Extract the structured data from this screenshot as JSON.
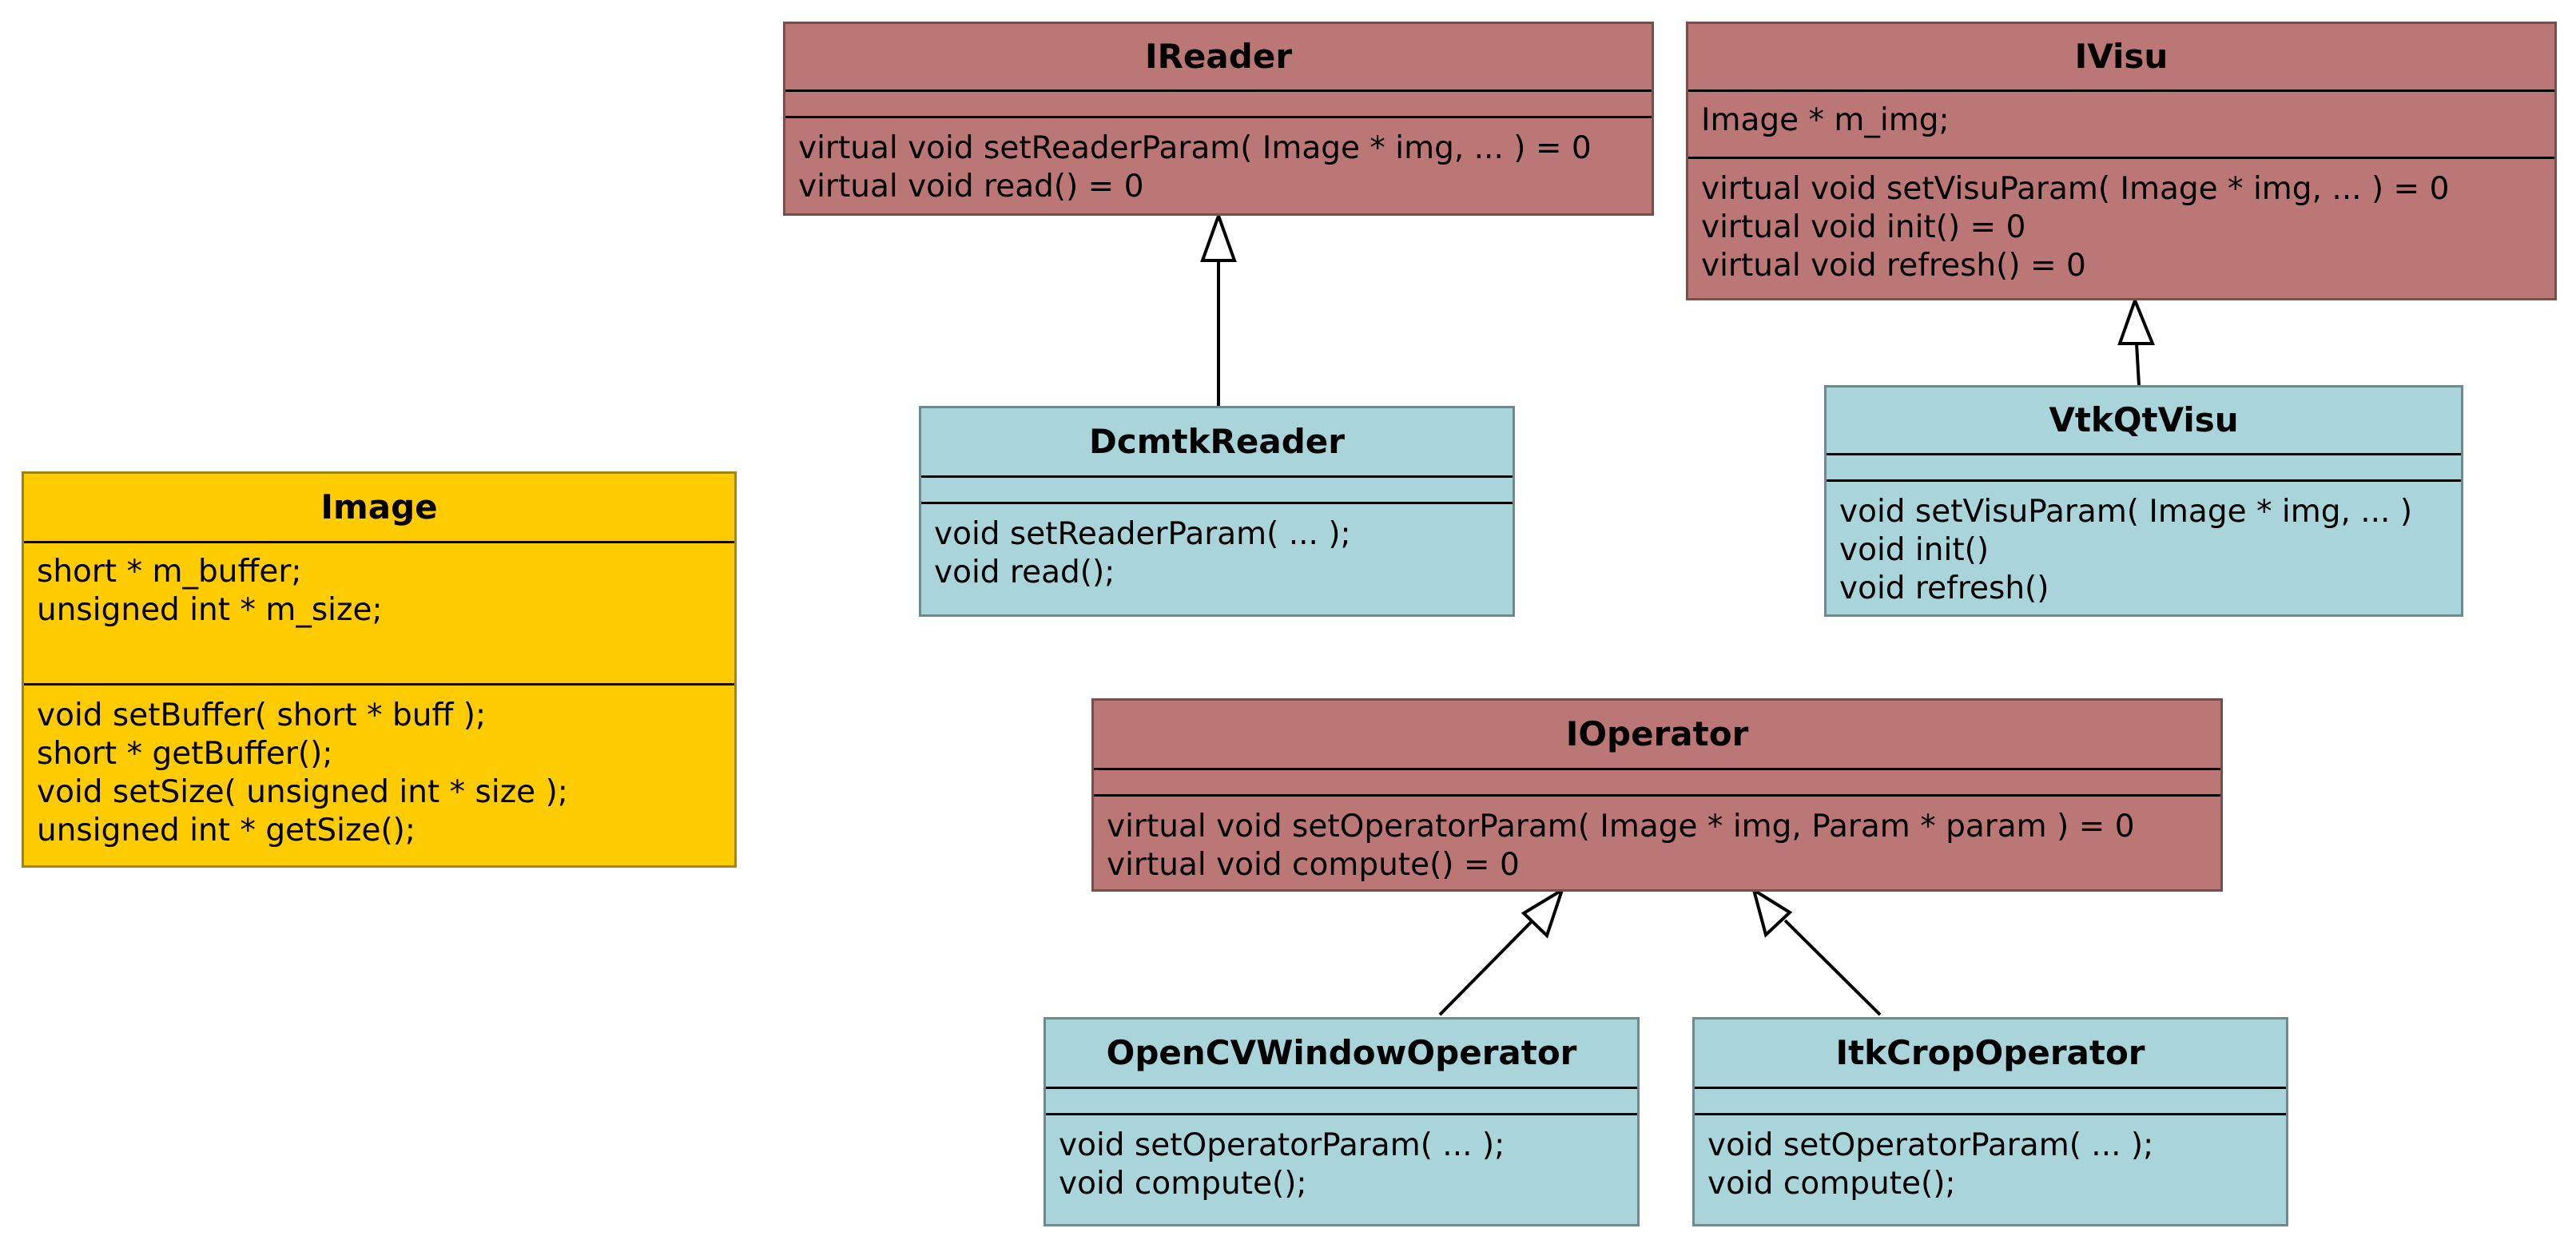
{
  "diagram": {
    "classes": {
      "ireader": {
        "name": "IReader",
        "attributes": [],
        "operations": [
          "virtual void setReaderParam( Image * img, ... ) = 0",
          "virtual void read() = 0"
        ]
      },
      "ivisu": {
        "name": "IVisu",
        "attributes": [
          "Image * m_img;"
        ],
        "operations": [
          "virtual void setVisuParam( Image * img, ... ) = 0",
          "virtual void init() = 0",
          "virtual void refresh() = 0"
        ]
      },
      "dcmtkreader": {
        "name": "DcmtkReader",
        "attributes": [],
        "operations": [
          "void setReaderParam( ... );",
          "void read();"
        ]
      },
      "vtkqtvisu": {
        "name": "VtkQtVisu",
        "attributes": [],
        "operations": [
          "void setVisuParam( Image * img, ... )",
          "void init()",
          "void refresh()"
        ]
      },
      "image": {
        "name": "Image",
        "attributes": [
          "short * m_buffer;",
          "unsigned int * m_size;"
        ],
        "operations": [
          "void setBuffer( short * buff );",
          "short * getBuffer();",
          "void setSize( unsigned int * size );",
          "unsigned int * getSize();"
        ]
      },
      "ioperator": {
        "name": "IOperator",
        "attributes": [],
        "operations": [
          "virtual void setOperatorParam( Image * img, Param * param ) = 0",
          "virtual void compute() = 0"
        ]
      },
      "opencvwindowoperator": {
        "name": "OpenCVWindowOperator",
        "attributes": [],
        "operations": [
          "void setOperatorParam( ... );",
          "void compute();"
        ]
      },
      "itkcropoperator": {
        "name": "ItkCropOperator",
        "attributes": [],
        "operations": [
          "void setOperatorParam( ... );",
          "void compute();"
        ]
      }
    },
    "relations": [
      {
        "type": "generalization",
        "from": "DcmtkReader",
        "to": "IReader"
      },
      {
        "type": "generalization",
        "from": "VtkQtVisu",
        "to": "IVisu"
      },
      {
        "type": "generalization",
        "from": "OpenCVWindowOperator",
        "to": "IOperator"
      },
      {
        "type": "generalization",
        "from": "ItkCropOperator",
        "to": "IOperator"
      }
    ],
    "colors": {
      "interface": "#bb7775",
      "implementation": "#a8d4da",
      "data_class": "#fecc00"
    }
  }
}
